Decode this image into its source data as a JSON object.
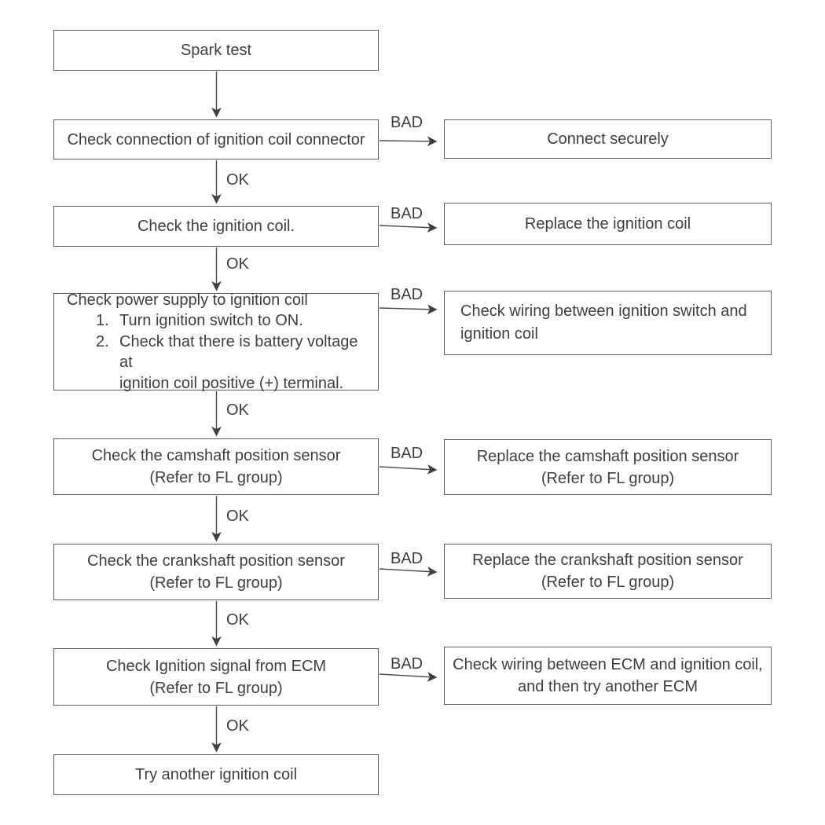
{
  "flow": {
    "labels": {
      "ok": "OK",
      "bad": "BAD"
    },
    "arrow_color": "#4a4a4a",
    "start": {
      "lines": [
        "Spark test"
      ]
    },
    "steps": [
      {
        "check": {
          "lines": [
            "Check connection of ignition coil connector"
          ]
        },
        "bad": {
          "lines": [
            "Connect securely"
          ]
        }
      },
      {
        "check": {
          "lines": [
            "Check the ignition coil."
          ]
        },
        "bad": {
          "lines": [
            "Replace the ignition coil"
          ]
        }
      },
      {
        "check": {
          "title": "Check power supply to ignition coil",
          "items": [
            {
              "num": "1.",
              "lines": [
                "Turn ignition switch to ON."
              ]
            },
            {
              "num": "2.",
              "lines": [
                "Check that there is battery voltage at",
                "ignition coil positive (+) terminal."
              ]
            }
          ]
        },
        "bad": {
          "lines": [
            "Check wiring between ignition switch and",
            "ignition coil"
          ]
        }
      },
      {
        "check": {
          "lines": [
            "Check the camshaft position sensor",
            "(Refer to FL group)"
          ]
        },
        "bad": {
          "lines": [
            "Replace the camshaft position sensor",
            "(Refer to FL group)"
          ]
        }
      },
      {
        "check": {
          "lines": [
            "Check the crankshaft position sensor",
            "(Refer to FL group)"
          ]
        },
        "bad": {
          "lines": [
            "Replace the crankshaft position sensor",
            "(Refer to FL group)"
          ]
        }
      },
      {
        "check": {
          "lines": [
            "Check Ignition signal from ECM",
            "(Refer to FL group)"
          ]
        },
        "bad": {
          "lines": [
            "Check wiring between ECM and ignition coil,",
            "and then try another ECM"
          ]
        }
      }
    ],
    "end": {
      "lines": [
        "Try another ignition coil"
      ]
    }
  }
}
